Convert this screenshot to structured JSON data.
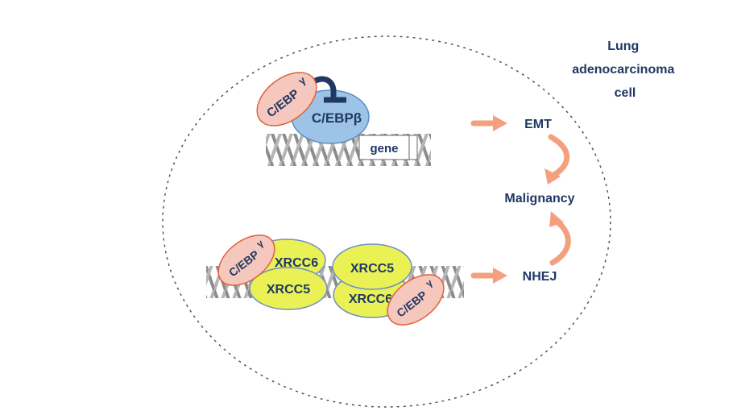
{
  "cell": {
    "label_lines": [
      "Lung",
      "adenocarcinoma",
      "cell"
    ]
  },
  "top_complex": {
    "partner_label": "C/EBP",
    "partner_suffix": "γ",
    "main_label": "C/EBPβ",
    "gene_label": "gene"
  },
  "bottom_complex": {
    "xrcc6_label": "XRCC6",
    "xrcc5_left_label": "XRCC5",
    "xrcc5_right_label": "XRCC5",
    "xrcc6_right_label": "XRCC6",
    "left_partner_label": "C/EBP",
    "left_partner_suffix": "γ",
    "right_partner_label": "C/EBP",
    "right_partner_suffix": "γ"
  },
  "outcomes": {
    "emt": "EMT",
    "malignancy": "Malignancy",
    "nhej": "NHEJ"
  },
  "colors": {
    "text": "#1f3864",
    "arrow": "#f4a07f",
    "cebpg_fill": "#f6c7bc",
    "cebpg_stroke": "#e0603a",
    "cebpb_fill": "#9dc3e6",
    "xrcc_fill": "#e9f155",
    "dna": "#9a9a9a"
  }
}
